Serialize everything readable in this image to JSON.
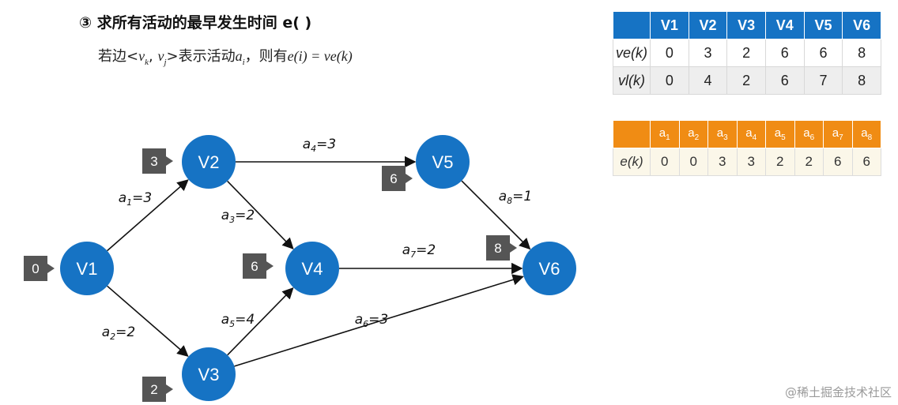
{
  "heading": {
    "step": "③",
    "text": "求所有活动的最早发生时间 e( )"
  },
  "formula": {
    "p1": "若边<",
    "vk": "v",
    "vk_sub": "k",
    "comma": ", ",
    "vj": "v",
    "vj_sub": "j",
    "p2": ">表示活动",
    "ai": "a",
    "ai_sub": "i",
    "p3": "，则有",
    "eq": "e(i) = ve(k)"
  },
  "vtable": {
    "headers": [
      "V1",
      "V2",
      "V3",
      "V4",
      "V5",
      "V6"
    ],
    "rows": [
      {
        "label": "ve(k)",
        "values": [
          "0",
          "3",
          "2",
          "6",
          "6",
          "8"
        ]
      },
      {
        "label": "vl(k)",
        "values": [
          "0",
          "4",
          "2",
          "6",
          "7",
          "8"
        ]
      }
    ],
    "header_color": "#1673c4"
  },
  "etable": {
    "headers": [
      {
        "base": "a",
        "sub": "1"
      },
      {
        "base": "a",
        "sub": "2"
      },
      {
        "base": "a",
        "sub": "3"
      },
      {
        "base": "a",
        "sub": "4"
      },
      {
        "base": "a",
        "sub": "5"
      },
      {
        "base": "a",
        "sub": "6"
      },
      {
        "base": "a",
        "sub": "7"
      },
      {
        "base": "a",
        "sub": "8"
      }
    ],
    "label": "e(k)",
    "values": [
      "0",
      "0",
      "3",
      "3",
      "2",
      "2",
      "6",
      "6"
    ],
    "header_color": "#f08c14"
  },
  "graph": {
    "node_color": "#1673c4",
    "badge_color": "#555555",
    "nodes": [
      {
        "id": "V1",
        "label": "V1",
        "badge": "0"
      },
      {
        "id": "V2",
        "label": "V2",
        "badge": "3"
      },
      {
        "id": "V3",
        "label": "V3",
        "badge": "2"
      },
      {
        "id": "V4",
        "label": "V4",
        "badge": "6"
      },
      {
        "id": "V5",
        "label": "V5",
        "badge": "6"
      },
      {
        "id": "V6",
        "label": "V6",
        "badge": "8"
      }
    ],
    "edges": [
      {
        "from": "V1",
        "to": "V2",
        "name": "a",
        "sub": "1",
        "weight": "=3"
      },
      {
        "from": "V1",
        "to": "V3",
        "name": "a",
        "sub": "2",
        "weight": "=2"
      },
      {
        "from": "V2",
        "to": "V4",
        "name": "a",
        "sub": "3",
        "weight": "=2"
      },
      {
        "from": "V2",
        "to": "V5",
        "name": "a",
        "sub": "4",
        "weight": "=3"
      },
      {
        "from": "V3",
        "to": "V4",
        "name": "a",
        "sub": "5",
        "weight": "=4"
      },
      {
        "from": "V3",
        "to": "V6",
        "name": "a",
        "sub": "6",
        "weight": "=3"
      },
      {
        "from": "V4",
        "to": "V6",
        "name": "a",
        "sub": "7",
        "weight": "=2"
      },
      {
        "from": "V5",
        "to": "V6",
        "name": "a",
        "sub": "8",
        "weight": "=1"
      }
    ]
  },
  "watermark": "@稀土掘金技术社区"
}
